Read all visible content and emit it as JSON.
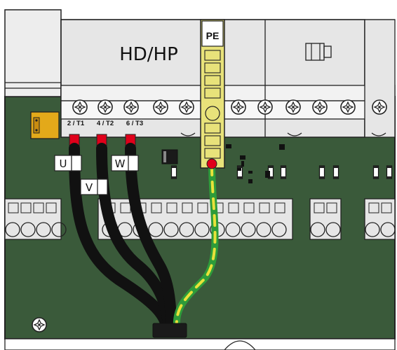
{
  "module_label": "HD/HP",
  "pe_label": "PE",
  "terminals": [
    "2 / T1",
    "4 / T2",
    "6 / T3"
  ],
  "phases": [
    "U",
    "V",
    "W"
  ],
  "colors": {
    "board": "#3a5a3a",
    "housing": "#e6e6e6",
    "outline": "#222222",
    "pe_bar": "#e8e27a",
    "cable": "#1a1a1a",
    "earth_green": "#2e9b3a",
    "earth_yellow": "#e8e23a",
    "contact_red": "#e0001a",
    "orange_part": "#e3a91a"
  },
  "icons": [
    "screw-icon",
    "mounting-screw-icon",
    "relay-symbol-icon"
  ]
}
